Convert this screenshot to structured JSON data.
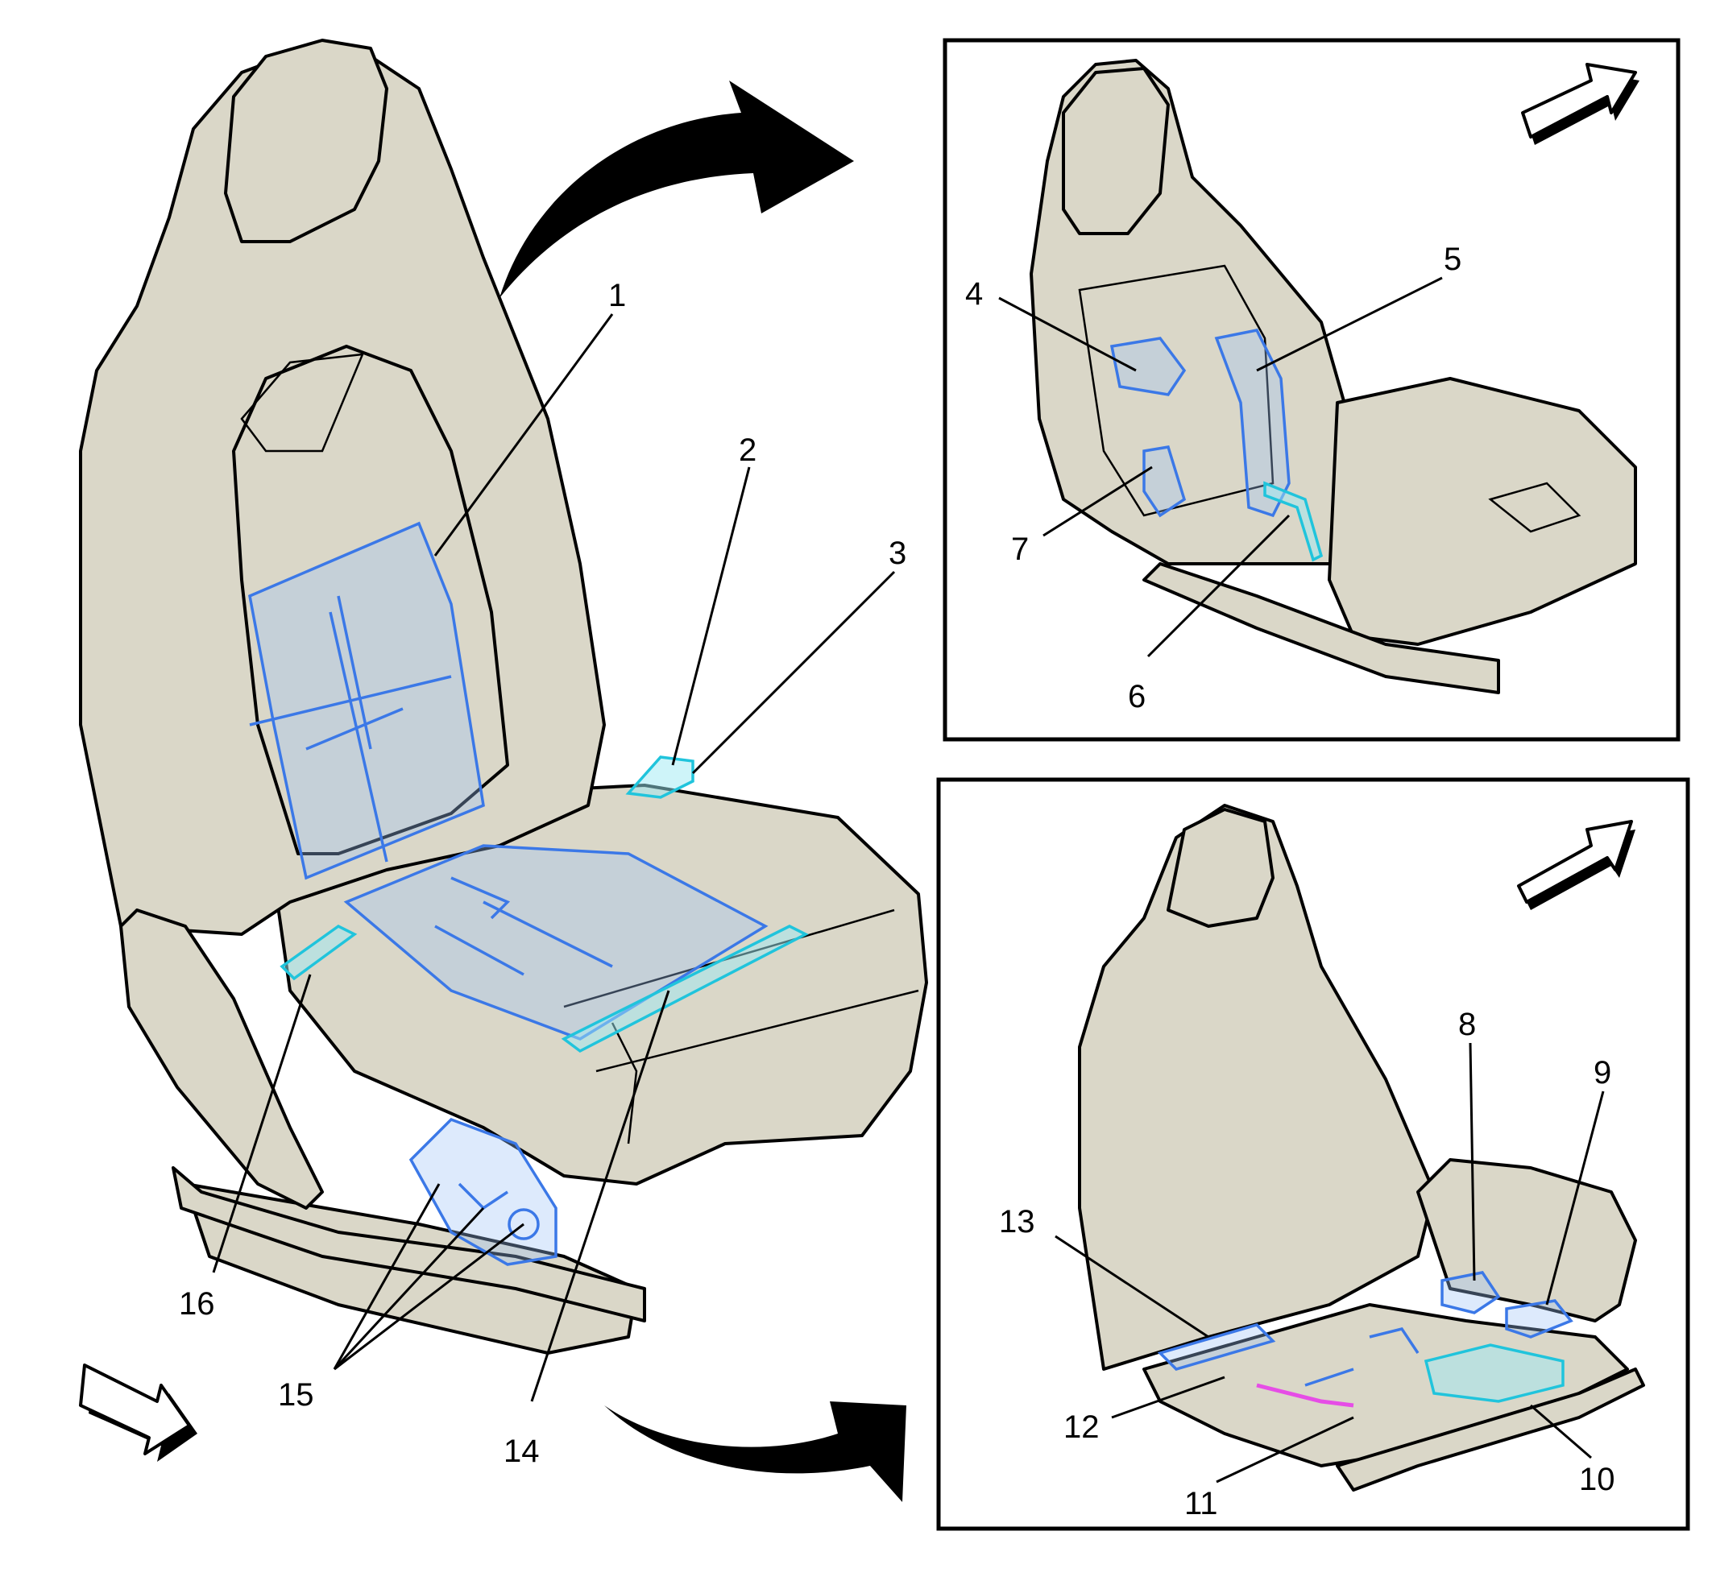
{
  "callouts": {
    "c1": "1",
    "c2": "2",
    "c3": "3",
    "c4": "4",
    "c5": "5",
    "c6": "6",
    "c7": "7",
    "c8": "8",
    "c9": "9",
    "c10": "10",
    "c11": "11",
    "c12": "12",
    "c13": "13",
    "c14": "14",
    "c15": "15",
    "c16": "16"
  },
  "colors": {
    "seat_fill": "#dad7c8",
    "highlight_blue": "#3b78e7",
    "highlight_cyan": "#20c4dc",
    "highlight_magenta": "#e64de6",
    "line": "#000000"
  },
  "icons": {
    "rotate_top": "curved-rotate-arrow-icon",
    "rotate_bottom": "curved-rotate-arrow-icon",
    "direction": "forward-direction-arrow-icon"
  }
}
